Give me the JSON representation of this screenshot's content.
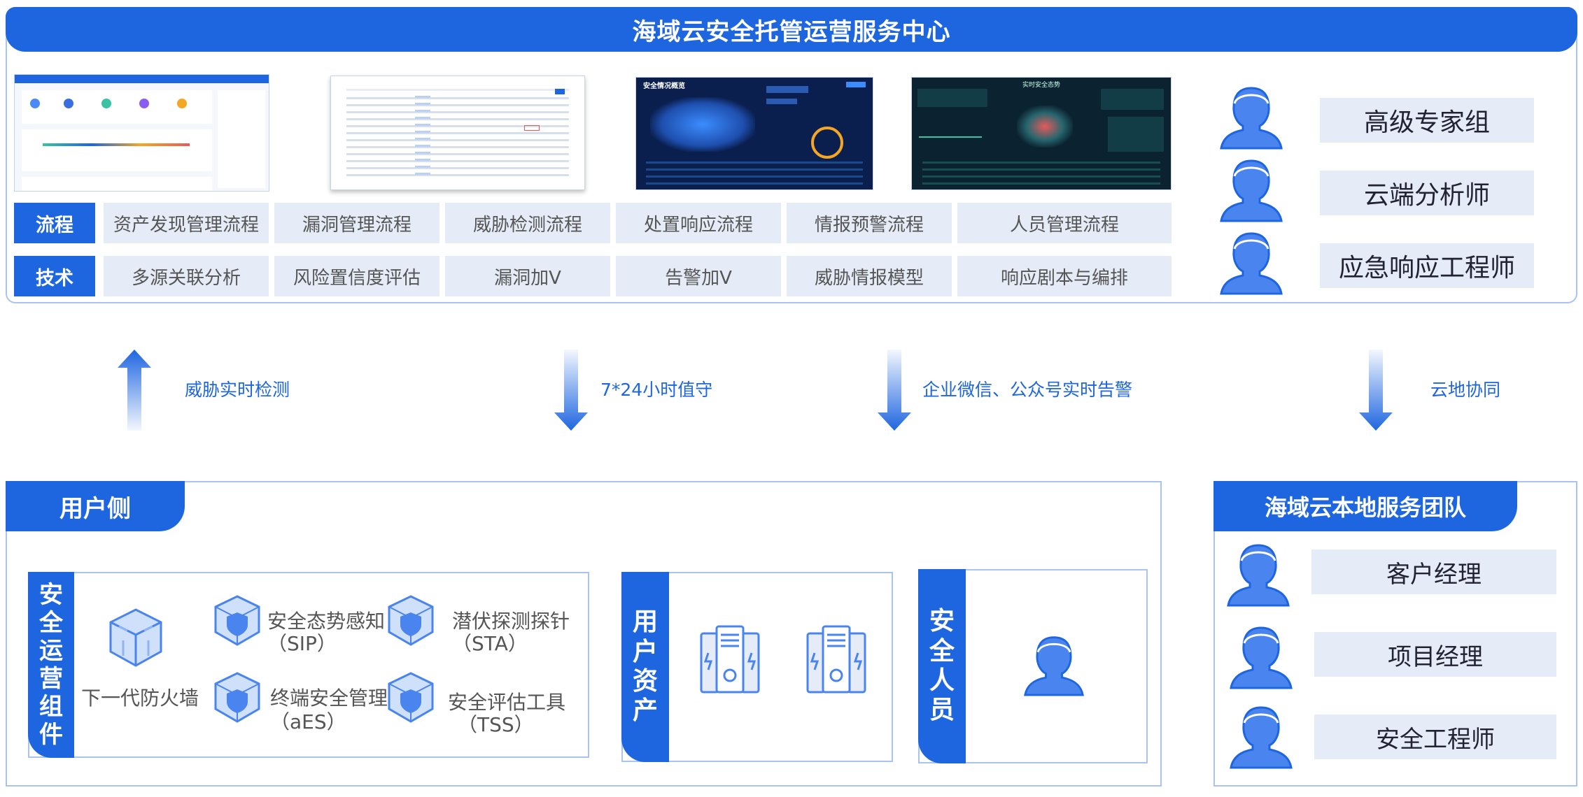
{
  "header": {
    "title": "海域云安全托管运营服务中心"
  },
  "process_row": {
    "head": "流程",
    "items": [
      "资产发现管理流程",
      "漏洞管理流程",
      "威胁检测流程",
      "处置响应流程",
      "情报预警流程",
      "人员管理流程"
    ]
  },
  "tech_row": {
    "head": "技术",
    "items": [
      "多源关联分析",
      "风险置信度评估",
      "漏洞加V",
      "告警加V",
      "威胁情报模型",
      "响应剧本与编排"
    ]
  },
  "cloud_roles": [
    "高级专家组",
    "云端分析师",
    "应急响应工程师"
  ],
  "screenshots": {
    "situation_title": "安全情况概览",
    "realtime_title": "实时安全态势"
  },
  "arrows": [
    {
      "label": "威胁实时检测",
      "direction": "up"
    },
    {
      "label": "7*24小时值守",
      "direction": "down"
    },
    {
      "label": "企业微信、公众号实时告警",
      "direction": "down"
    },
    {
      "label": "云地协同",
      "direction": "down"
    }
  ],
  "user_side": {
    "tab": "用户侧",
    "ops_components": {
      "title": "安全运营组件",
      "items": [
        {
          "name": "下一代防火墙",
          "icon": "firewall-cube-icon"
        },
        {
          "name": "安全态势感知",
          "sub": "（SIP）",
          "icon": "shield-cube-icon"
        },
        {
          "name": "潜伏探测探针",
          "sub": "（STA）",
          "icon": "shield-cube-icon"
        },
        {
          "name": "终端安全管理",
          "sub": "（aES）",
          "icon": "shield-cube-icon"
        },
        {
          "name": "安全评估工具",
          "sub": "（TSS）",
          "icon": "shield-cube-icon"
        }
      ]
    },
    "assets": {
      "title": "用户资产"
    },
    "personnel": {
      "title": "安全人员"
    }
  },
  "local_team": {
    "tab": "海域云本地服务团队",
    "roles": [
      "客户经理",
      "项目经理",
      "安全工程师"
    ]
  },
  "colors": {
    "primary": "#1e66e0",
    "light_fill": "#e5ecf8",
    "frame": "#a9c4f2"
  }
}
